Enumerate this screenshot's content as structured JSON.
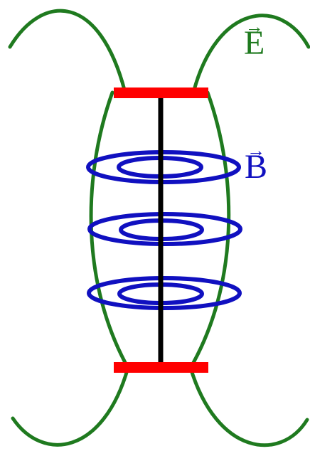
{
  "labels": {
    "electric_field": "E",
    "magnetic_field": "B",
    "vector_arrow": "→"
  },
  "colors": {
    "electric_field": "#1f7a1f",
    "magnetic_field": "#1010c0",
    "plates": "#ff0000",
    "wire": "#000000"
  },
  "icons": {
    "plates": "capacitor-plate",
    "wire": "conductor-wire",
    "rings": "magnetic-field-loop"
  }
}
